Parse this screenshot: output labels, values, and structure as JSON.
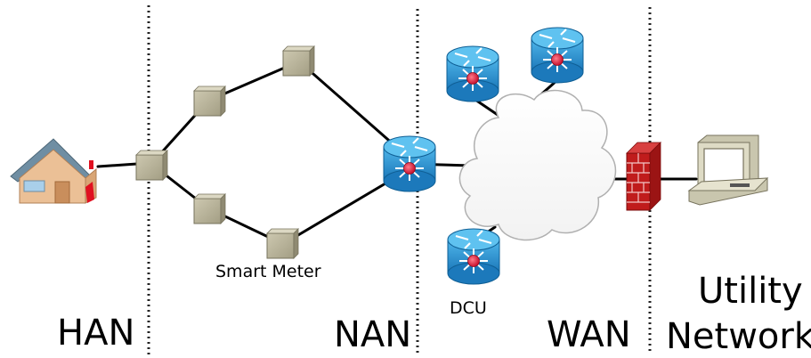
{
  "zones": {
    "han": "HAN",
    "nan": "NAN",
    "wan": "WAN",
    "utility_line1": "Utility",
    "utility_line2": "Network"
  },
  "labels": {
    "smart_meter": "Smart Meter",
    "dcu": "DCU"
  },
  "colors": {
    "meter_fill": "#b9b49b",
    "router_blue": "#2f97d6",
    "router_core": "#e8304a",
    "firewall": "#c01c1c",
    "house_roof": "#6f8ea3",
    "house_wall": "#e8b78a",
    "cloud_stroke": "#b0b0b0",
    "link": "#000000"
  },
  "icons": [
    "house-icon",
    "smart-meter-icon",
    "router-icon",
    "cloud-icon",
    "firewall-icon",
    "computer-icon"
  ]
}
